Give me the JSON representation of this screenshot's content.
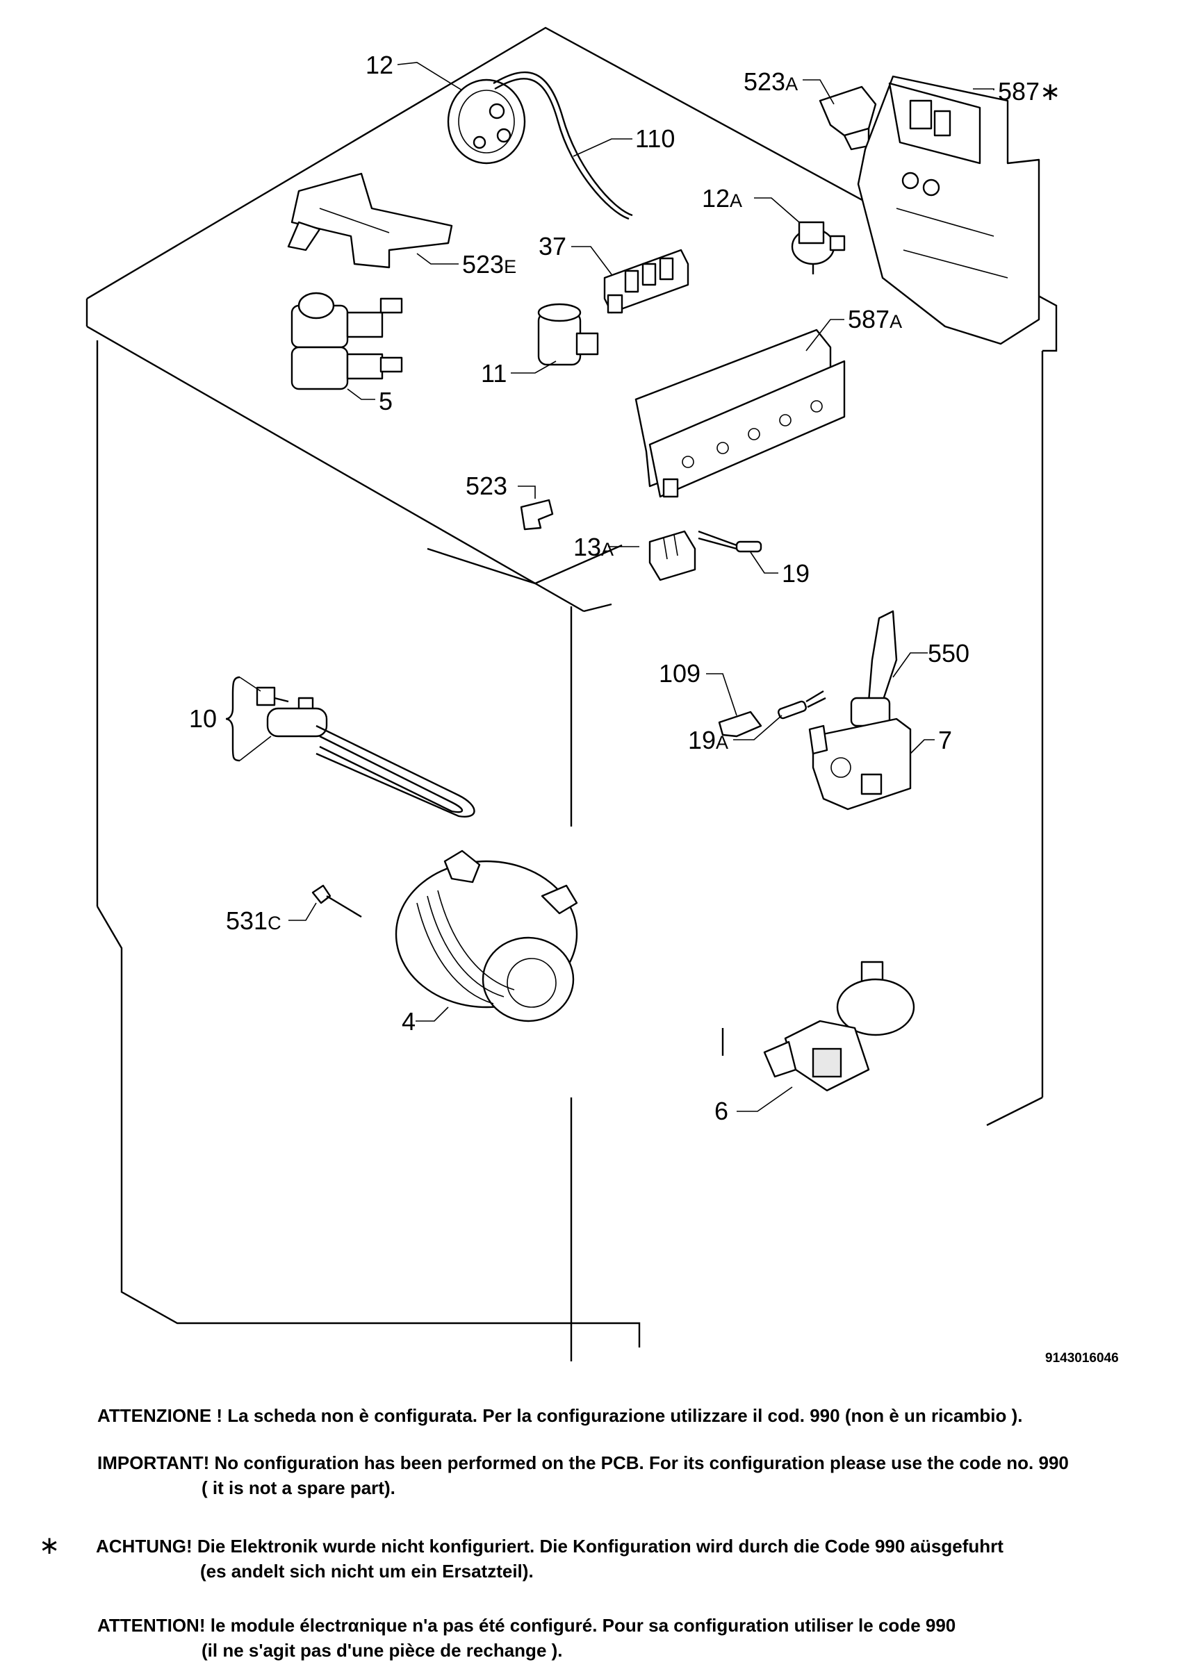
{
  "labels": {
    "p12": "12",
    "p110": "110",
    "p523A_num": "523",
    "p523A_suf": "A",
    "p587star": "587∗",
    "p12A_num": "12",
    "p12A_suf": "A",
    "p37": "37",
    "p523E_num": "523",
    "p523E_suf": "E",
    "p587A_num": "587",
    "p587A_suf": "A",
    "p11": "11",
    "p5": "5",
    "p523": "523",
    "p13A_num": "13",
    "p13A_suf": "A",
    "p19": "19",
    "p109": "109",
    "p550": "550",
    "p10": "10",
    "p19A_num": "19",
    "p19A_suf": "A",
    "p7": "7",
    "p531C_num": "531",
    "p531C_suf": "C",
    "p4": "4",
    "p6": "6"
  },
  "doc_code": "9143016046",
  "asterisk": "∗",
  "notes": {
    "it": "ATTENZIONE ! La scheda non è configurata. Per la configurazione utilizzare il cod. 990 (non è un ricambio ).",
    "en1": "IMPORTANT! No configuration has been performed on the PCB. For its configuration please use the code no. 990",
    "en2": "( it is not a spare part).",
    "de1": "ACHTUNG! Die Elektronik wurde nicht konfiguriert. Die Konfiguration wird durch die Code 990 aüsgefuhrt",
    "de2": "(es andelt sich nicht um ein Ersatzteil).",
    "fr1": "ATTENTION! le module électrαnique n'a pas été configuré. Pour  sa configuration utiliser le code 990",
    "fr2": "(il ne s'agit pas d'une pièce de rechange )."
  }
}
